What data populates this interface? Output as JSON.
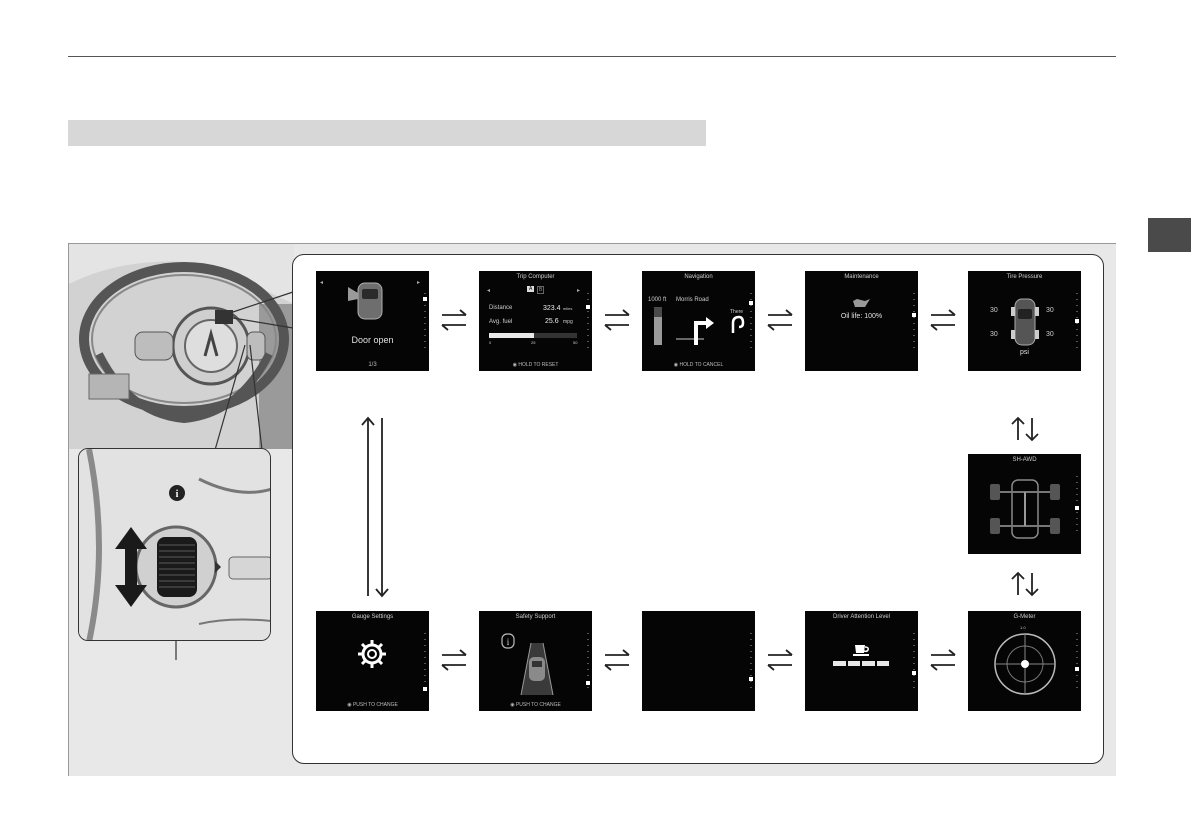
{
  "screens": {
    "door": {
      "label": "Door open",
      "page": "1/3"
    },
    "trip": {
      "title": "Trip Computer",
      "tab_a": "A",
      "tab_b": "B",
      "distance_label": "Distance",
      "distance_value": "323.4",
      "distance_unit": "miles",
      "avg_label": "Avg. fuel",
      "avg_value": "25.6",
      "avg_unit": "mpg",
      "scale_min": "0",
      "scale_mid": "25",
      "scale_max": "50",
      "footer": "HOLD TO RESET"
    },
    "nav": {
      "title": "Navigation",
      "distance": "1000 ft",
      "street": "Morris Road",
      "there": "There",
      "footer": "HOLD TO CANCEL"
    },
    "maint": {
      "title": "Maintenance",
      "oil": "Oil life: 100%"
    },
    "tire": {
      "title": "Tire Pressure",
      "fl": "30",
      "fr": "30",
      "rl": "30",
      "rr": "30",
      "unit": "psi"
    },
    "shawd": {
      "title": "SH-AWD"
    },
    "gmeter": {
      "title": "G-Meter",
      "value": "1.0"
    },
    "driver": {
      "title": "Driver Attention Level"
    },
    "safety": {
      "title": "Safety Support",
      "footer": "PUSH TO CHANGE"
    },
    "gauge": {
      "title": "Gauge Settings",
      "footer": "PUSH TO CHANGE"
    }
  },
  "colors": {
    "screen_bg": "#050505",
    "panel_bg": "#e8e8e8",
    "accent_gray": "#4a4a4a"
  }
}
